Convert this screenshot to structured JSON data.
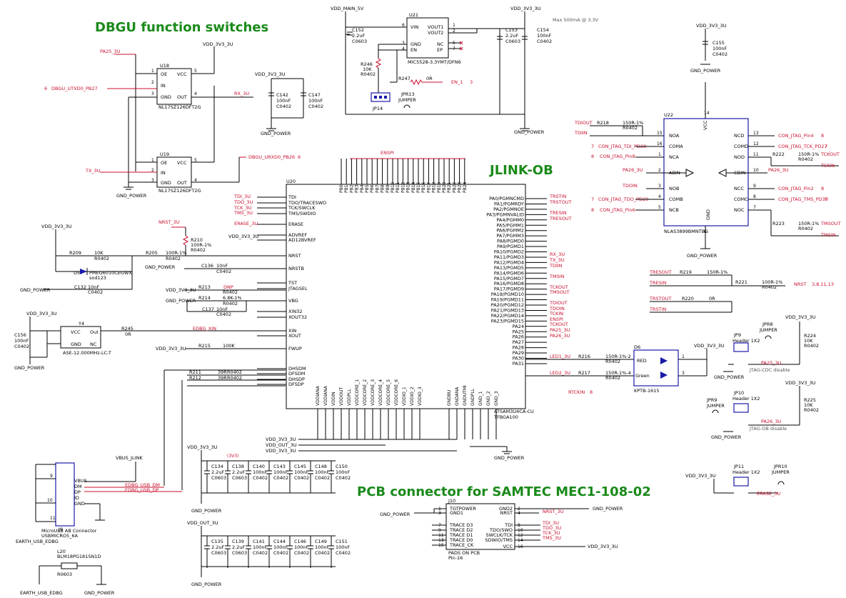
{
  "headings": {
    "dbgu": "DBGU function switches",
    "jlink": "JLINK-OB",
    "pcb": "PCB connector for SAMTEC MEC1-108-02"
  },
  "power": {
    "vdd_main": "VDD_MAIN_5V",
    "vdd33": "VDD_3V3_3U",
    "gnd": "GND_POWER",
    "earth": "EARTH_USB_EDBG",
    "vbus": "VBUS_JLINK",
    "vdd_out": "VDD_OUT_3U",
    "vdd_out2": "VDD_OUT_3U",
    "max_note": "Max 500mA @ 3.3V"
  },
  "regulator": {
    "ref": "U21",
    "part": "MIC5528-3.3YMT/DFN6",
    "pins": [
      "VIN",
      "GND",
      "EN",
      "VOUT1",
      "VOUT2",
      "NC",
      "EP"
    ],
    "c152": [
      "C152",
      "2.2uF",
      "C0603"
    ],
    "c153": [
      "C153",
      "2.2uF",
      "C0603"
    ],
    "c154": [
      "C154",
      "100nF",
      "C0402"
    ],
    "r246": [
      "R246",
      "10K",
      "R0402"
    ],
    "r247": [
      "R247",
      "0R"
    ],
    "jp14": "JP14",
    "jpr13": [
      "JPR13",
      "JUMPER"
    ],
    "en1": "EN_1"
  },
  "dbgu_switch": {
    "pa25": "PA25_3U",
    "u18": [
      "U18",
      "NL17SZ126DFT2G"
    ],
    "u19": [
      "U19",
      "NL17SZ126DFT2G"
    ],
    "pins": [
      "OE",
      "VCC",
      "IN",
      "GND",
      "OUT"
    ],
    "utxd": "DBGU_UTXD0_PB27",
    "urxd": "DBGU_URXD0_PB26",
    "rx": "RX_3U",
    "tx": "TX_3U",
    "c142": [
      "C142",
      "100nF",
      "C0402"
    ],
    "c147": [
      "C147",
      "100nF",
      "C0402"
    ]
  },
  "mcu": {
    "ref": "U20",
    "part": "ATSAM3U4CA-CU",
    "pkg": "TFBGA100",
    "espi": "ENSPI",
    "top_pins": [
      "PB0",
      "PB1",
      "PB2",
      "PB3",
      "PB4",
      "PB5",
      "PB6",
      "PB7",
      "PB8",
      "PB9",
      "PB10",
      "PB11",
      "PB12",
      "PB13",
      "PB14",
      "PB15",
      "PB16",
      "PB17",
      "PB18",
      "PB19",
      "PB20",
      "PB21",
      "PB22",
      "PB23",
      "PB24"
    ],
    "left_pins": [
      "TDI",
      "TDO/TRACESWO",
      "TCK/SWCLK",
      "TMS/SWDIO",
      "ERASE",
      "ADVREF",
      "AD12BVREF",
      "NRST",
      "NRSTB",
      "TST",
      "JTAGSEL",
      "VBG",
      "XIN32",
      "XOUT32",
      "XIN",
      "XOUT",
      "FWUP",
      "DHSDM",
      "DFSDM",
      "DHSDP",
      "DFSDP"
    ],
    "left_nets": [
      "TDI_3U",
      "TDO_3U",
      "TCK_3U",
      "TMS_3U",
      "ERASE_3U",
      "NRST_3U"
    ],
    "right_pins": [
      "PA0/PGMNCMD",
      "PA1/PGMRDY",
      "PA2/PGMNOE",
      "PA3/PGMNVALID",
      "PA4/PGMM0",
      "PA5/PGMM1",
      "PA6/PGMM2",
      "PA7/PGMM3",
      "PA8/PGMD0",
      "PA9/PGMD1",
      "PA10/PGMD2",
      "PA11/PGMD3",
      "PA12/PGMD4",
      "PA13/PGMD5",
      "PA14/PGMD6",
      "PA15/PGMD7",
      "PA16/PGMD8",
      "PA17/PGMD9",
      "PA18/PGMD10",
      "PA19/PGMD11",
      "PA20/PGMD12",
      "PA21/PGMD13",
      "PA22/PGMD14",
      "PA23/PGMD15",
      "PA24",
      "PA25",
      "PA26",
      "PA27",
      "PA28",
      "PA29",
      "PA30",
      "PA31"
    ],
    "right_nets": [
      "TRSTIN",
      "TRSTOUT",
      "TRESIN",
      "TRESOUT",
      "RX_3U",
      "TX_3U",
      "TDIIN",
      "TMSIN",
      "TCKOUT",
      "TMSOUT",
      "TDIOUT",
      "TDOIN",
      "TCKIN",
      "ENSPI",
      "TCKOUT",
      "PA25_3U",
      "PA26_3U",
      "LED1_3U",
      "LED2_3U",
      "RTCKIN"
    ],
    "bottom_pins": [
      "VDDIANA",
      "VDDIANA",
      "VDDIN",
      "VDDOUT",
      "VDDPLL",
      "VDDCORE_1",
      "VDDCORE_2",
      "VDDCORE_3",
      "VDDCORE_4",
      "VDDCORE_5",
      "VDDCORE_6",
      "VDDIO_1",
      "VDDIO_2",
      "VDDIO_3",
      "GNDBU",
      "GNDANA",
      "GNDUTMI",
      "GNDPLL",
      "GND_1",
      "GND_2",
      "GND_3"
    ],
    "r209": [
      "R209",
      "10K",
      "R0402"
    ],
    "r205": [
      "R205",
      "100R-1%",
      "R0402"
    ],
    "r210": [
      "R210",
      "100R-1%",
      "R0402"
    ],
    "d5": [
      "D5",
      "PMEG6010CEGWX",
      "sod123"
    ],
    "c132": [
      "C132",
      "10nF",
      "C0402"
    ],
    "c136": [
      "C136",
      "10nF",
      "C0402"
    ],
    "r213": [
      "R213",
      "DNP",
      "R0402"
    ],
    "r214": [
      "R214",
      "6.8K-1%",
      "R0402"
    ],
    "c137": [
      "C137",
      "10nF",
      "C0402"
    ],
    "y4": [
      "Y4",
      "ASE-12.000MHz-LC-T"
    ],
    "y4_pins": [
      "VCC",
      "Out",
      "GND",
      "NC"
    ],
    "c156": [
      "C156",
      "100nF",
      "C0402"
    ],
    "r245": [
      "R245",
      "0R"
    ],
    "edbg_xin": "EDBG_XIN",
    "r215": [
      "R215",
      "100K"
    ],
    "r211": [
      "R211",
      "39R",
      "R0402"
    ],
    "r212": [
      "R212",
      "39R",
      "R0402"
    ]
  },
  "level_shifter": {
    "ref": "U22",
    "part": "NLAS3899BMNTBG",
    "pins": [
      "NOA",
      "COMA",
      "NCA",
      "ABIN",
      "NOB",
      "COMB",
      "NCB",
      "NCD",
      "COMD",
      "NOD",
      "CDIN",
      "NCC",
      "COMC",
      "NOC",
      "VCC",
      "GND"
    ],
    "c155": [
      "C155",
      "100nF",
      "C0402"
    ],
    "r218": [
      "R218",
      "150R-1%",
      "R0402"
    ],
    "r222": [
      "R222",
      "150R-1%",
      "R0402"
    ],
    "r223": [
      "R223",
      "150R-1%",
      "R0402"
    ],
    "nets_left": [
      "TDIOUT",
      "TDIIN",
      "CON_JTAG_TDI_PD28",
      "CON_JTAG_Pin8",
      "PA26_3U",
      "TDOIN",
      "CON_JTAG_TDO_PD29",
      "CON_JTAG_Pin6"
    ],
    "nets_right": [
      "CON_JTAG_Pin4",
      "CON_JTAG_TCK_PD27",
      "TCKOUT",
      "TCKIN",
      "PA26_3U",
      "CON_JTAG_Pin2",
      "CON_JTAG_TMS_PD30",
      "TMSOUT",
      "TMSIN"
    ]
  },
  "reset_net": {
    "tresout": "TRESOUT",
    "tresin": "TRESIN",
    "trstout": "TRSTOUT",
    "trstin": "TRSTIN",
    "r219": [
      "R219",
      "150R-1%"
    ],
    "r221": [
      "R221",
      "100R-1%",
      "R0402"
    ],
    "r220": [
      "R220",
      "0R"
    ],
    "nrst": "NRST",
    "nrst_ref": "3,8,11,13"
  },
  "led": {
    "ref": "D6",
    "part": "KPTB-1615",
    "red": "RED",
    "green": "Green",
    "r216": [
      "R216",
      "150R-1%-2",
      "R0402"
    ],
    "r217": [
      "R217",
      "150R-1%-4",
      "R0402"
    ]
  },
  "jumpers": {
    "jp9": [
      "JP9",
      "Header 1X2"
    ],
    "jpr8": [
      "JPR8",
      "JUMPER"
    ],
    "r224": [
      "R224",
      "10K",
      "R0402"
    ],
    "cdc": "JTAG-CDC disable",
    "jp10": [
      "JP10",
      "Header 1X2"
    ],
    "jpr9": [
      "JPR9",
      "JUMPER"
    ],
    "r225": [
      "R225",
      "10K",
      "R0402"
    ],
    "ob": "JTAG-OB disable",
    "jp11": [
      "JP11",
      "Header 1X2"
    ],
    "jpr10": [
      "JPR10",
      "JUMPER"
    ],
    "erase": "ERASE_3U"
  },
  "usb": {
    "ref": "J9",
    "part": "MicroUSB AB Connector",
    "pkg": "USBMICRO5_6A",
    "pins": [
      "VBUS",
      "DM",
      "DP",
      "ID",
      "GND"
    ],
    "dm": "EDBG_USB_DM",
    "dp": "EDBG_USB_DP",
    "l20": [
      "L20",
      "BLM18PG181SN1D",
      "R0603"
    ]
  },
  "caps": {
    "v3v3": "(3V3)",
    "row1": [
      [
        "C134",
        "2.2uF",
        "C0603"
      ],
      [
        "C138",
        "2.2uF",
        "C0603"
      ],
      [
        "C140",
        "100nF",
        "C0402"
      ],
      [
        "C143",
        "100nF",
        "C0402"
      ],
      [
        "C145",
        "100nF",
        "C0402"
      ],
      [
        "C148",
        "100nF",
        "C0402"
      ],
      [
        "C150",
        "100nF",
        "C0402"
      ]
    ],
    "row2": [
      [
        "C135",
        "2.2uF",
        "C0603"
      ],
      [
        "C139",
        "2.2uF",
        "C0603"
      ],
      [
        "C141",
        "100nF",
        "C0402"
      ],
      [
        "C144",
        "100nF",
        "C0402"
      ],
      [
        "C146",
        "100nF",
        "C0402"
      ],
      [
        "C149",
        "100nF",
        "C0402"
      ],
      [
        "C151",
        "100nF",
        "C0402"
      ]
    ]
  },
  "connector": {
    "ref": "J10",
    "part": "PADS ON PCB",
    "pkg": "Pin-16",
    "left_pins": [
      "TGTPOWER",
      "GND1",
      "TRACE D3",
      "TRACE D2",
      "TRACE D1",
      "TRACE D0",
      "TRACE_CK"
    ],
    "right_pins": [
      "GND2",
      "NRST",
      "TDI",
      "TDO/SWO",
      "SWCLK/TCK",
      "SDWIO/TMS",
      "VCC"
    ],
    "nets": [
      "NRST_3U",
      "TDI_3U",
      "TDO_3U",
      "TCK_3U",
      "TMS_3U"
    ]
  }
}
